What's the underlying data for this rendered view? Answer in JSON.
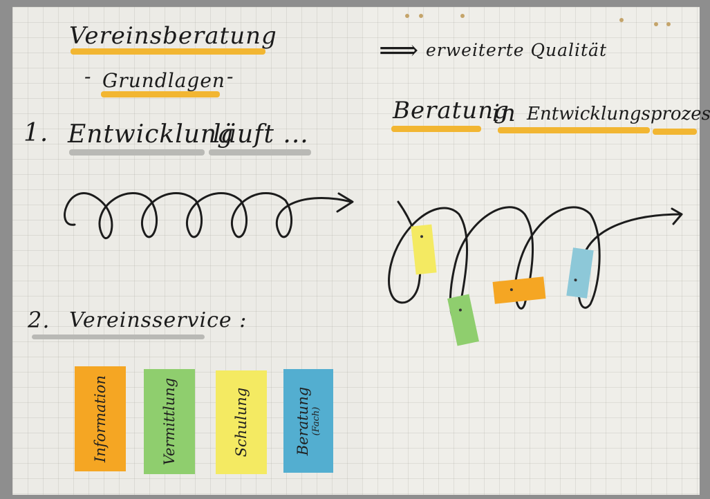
{
  "left_sheet": {
    "title": "Vereinsberatung",
    "subtitle_prefix": "-",
    "subtitle": "Grundlagen",
    "subtitle_suffix": "-",
    "point1_number": "1.",
    "point1_word1": "Entwicklung",
    "point1_word2": "läuft ...",
    "point2_number": "2.",
    "point2_text": "Vereinsservice :",
    "cards": [
      {
        "label": "Information",
        "color": "#f5a623"
      },
      {
        "label": "Vermittlung",
        "color": "#8fce6e"
      },
      {
        "label": "Schulung",
        "color": "#f4ea62"
      },
      {
        "label": "Beratung",
        "sublabel": "(Fach)",
        "color": "#53aed0"
      }
    ]
  },
  "right_sheet": {
    "arrow_glyph": "⟹",
    "heading": "erweiterte Qualität",
    "title_words": [
      "Beratung",
      "in",
      "Entwicklungsprozessen"
    ],
    "notes_colors": [
      "#f4ea62",
      "#8fce6e",
      "#f5a623",
      "#8dc8d8"
    ]
  },
  "colors": {
    "highlight_orange": "#f2b632",
    "highlight_grey": "#b9b9b5",
    "paper": "#ecebe6",
    "background": "#8e8e8e"
  }
}
